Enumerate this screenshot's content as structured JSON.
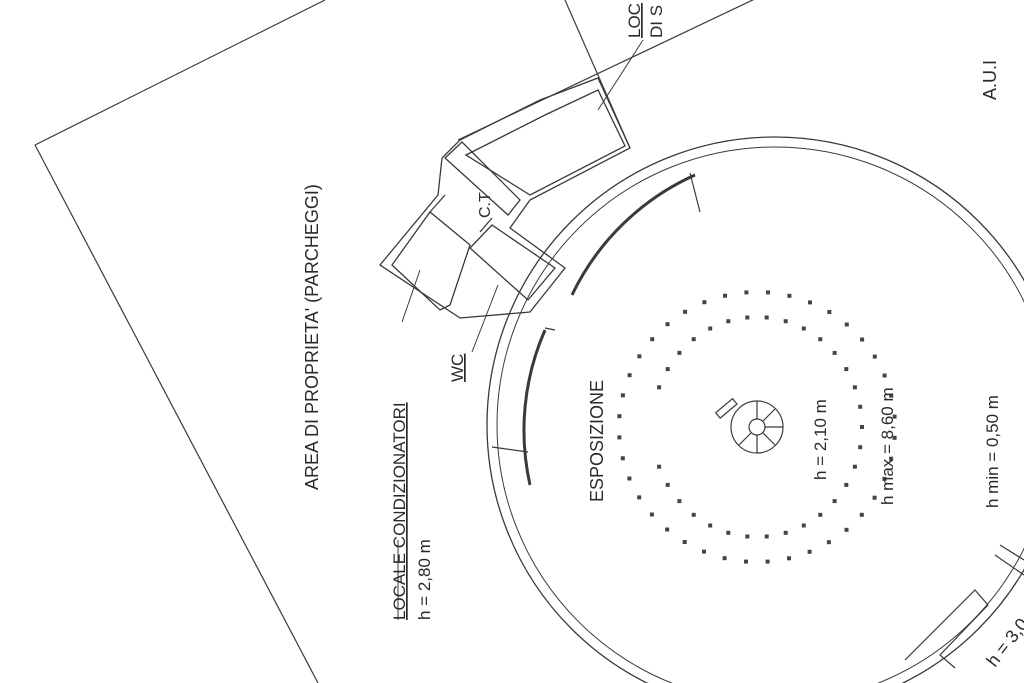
{
  "labels": {
    "area_parcheggi": "AREA DI PROPRIETA' (PARCHEGGI)",
    "locale_condizionatori": "LOCALE CONDIZIONATORI",
    "locale_condizionatori_h": "h = 2,80 m",
    "wc": "WC",
    "ct": "C.T",
    "esposizione": "ESPOSIZIONE",
    "h_center": "h = 2,10 m",
    "h_max": "h max = 8,60 m",
    "h_min": "h min = 0,50 m",
    "aui": "A.U.I",
    "loc_top": "LOC",
    "di_s_top": "DI S",
    "h_corner": "h = 3,0"
  }
}
